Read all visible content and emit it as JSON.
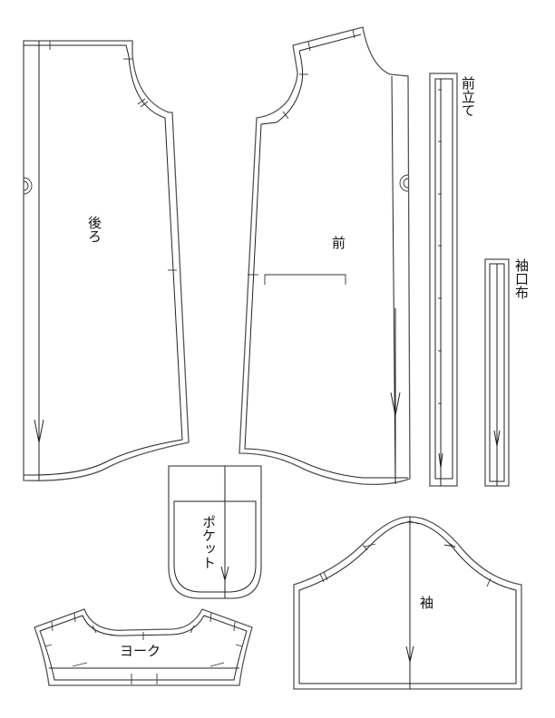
{
  "title": "Shirt sewing pattern pieces",
  "pieces": {
    "back": {
      "label": "後ろ",
      "meaning": "Back"
    },
    "front": {
      "label": "前",
      "meaning": "Front"
    },
    "placket": {
      "label": "前立て",
      "meaning": "Front placket"
    },
    "cuff": {
      "label": "袖口布",
      "meaning": "Cuff band"
    },
    "pocket": {
      "label": "ポケット",
      "meaning": "Pocket"
    },
    "sleeve": {
      "label": "袖",
      "meaning": "Sleeve"
    },
    "yoke": {
      "label": "ヨーク",
      "meaning": "Yoke"
    }
  },
  "colors": {
    "cut_line": "#555555",
    "sew_line": "#222222",
    "background": "#ffffff"
  }
}
